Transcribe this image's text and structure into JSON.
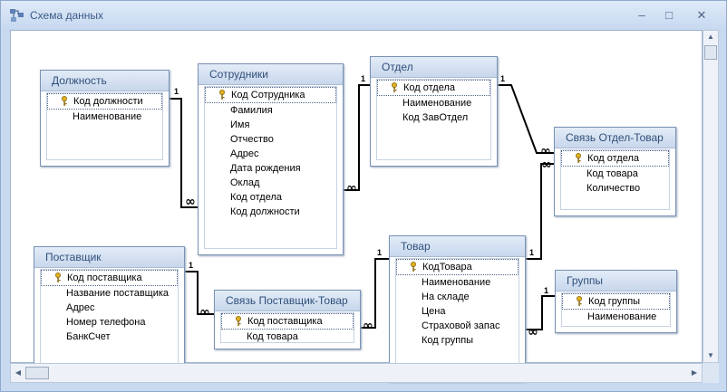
{
  "window": {
    "title": "Схема данных",
    "min_label": "–",
    "max_label": "□",
    "close_label": "✕"
  },
  "tables": {
    "dolzhnost": {
      "title": "Должность",
      "fields": [
        "Код должности",
        "Наименование"
      ]
    },
    "sotrudniki": {
      "title": "Сотрудники",
      "fields": [
        "Код Сотрудника",
        "Фамилия",
        "Имя",
        "Отчество",
        "Адрес",
        "Дата рождения",
        "Оклад",
        "Код отдела",
        "Код должности"
      ]
    },
    "otdel": {
      "title": "Отдел",
      "fields": [
        "Код отдела",
        "Наименование",
        "Код ЗавОтдел"
      ]
    },
    "svyaz_otdel_tovar": {
      "title": "Связь Отдел-Товар",
      "fields": [
        "Код отдела",
        "Код товара",
        "Количество"
      ]
    },
    "postavshchik": {
      "title": "Поставщик",
      "fields": [
        "Код поставщика",
        "Название поставщика",
        "Адрес",
        "Номер телефона",
        "БанкСчет"
      ]
    },
    "svyaz_postavshchik_tovar": {
      "title": "Связь Поставщик-Товар",
      "fields": [
        "Код поставщика",
        "Код товара"
      ]
    },
    "tovar": {
      "title": "Товар",
      "fields": [
        "КодТовара",
        "Наименование",
        "На складе",
        "Цена",
        "Страховой запас",
        "Код группы"
      ]
    },
    "gruppy": {
      "title": "Группы",
      "fields": [
        "Код группы",
        "Наименование"
      ]
    }
  },
  "relationships": [
    {
      "from": "Должность",
      "to": "Сотрудники",
      "one": "1",
      "many": "∞"
    },
    {
      "from": "Отдел",
      "to": "Сотрудники",
      "one": "1",
      "many": "∞"
    },
    {
      "from": "Отдел",
      "to": "Связь Отдел-Товар",
      "one": "1",
      "many": "∞"
    },
    {
      "from": "Товар",
      "to": "Связь Отдел-Товар",
      "one": "1",
      "many": "∞"
    },
    {
      "from": "Поставщик",
      "to": "Связь Поставщик-Товар",
      "one": "1",
      "many": "∞"
    },
    {
      "from": "Товар",
      "to": "Связь Поставщик-Товар",
      "one": "1",
      "many": "∞"
    },
    {
      "from": "Группы",
      "to": "Товар",
      "one": "1",
      "many": "∞"
    }
  ],
  "colors": {
    "window_frame": "#c9daf0",
    "header_top": "#e3ecf8",
    "header_bottom": "#c8d7ec",
    "key_icon": "#e0b020"
  },
  "icons": {
    "primary_key": "key-icon",
    "app": "relationships-icon"
  }
}
